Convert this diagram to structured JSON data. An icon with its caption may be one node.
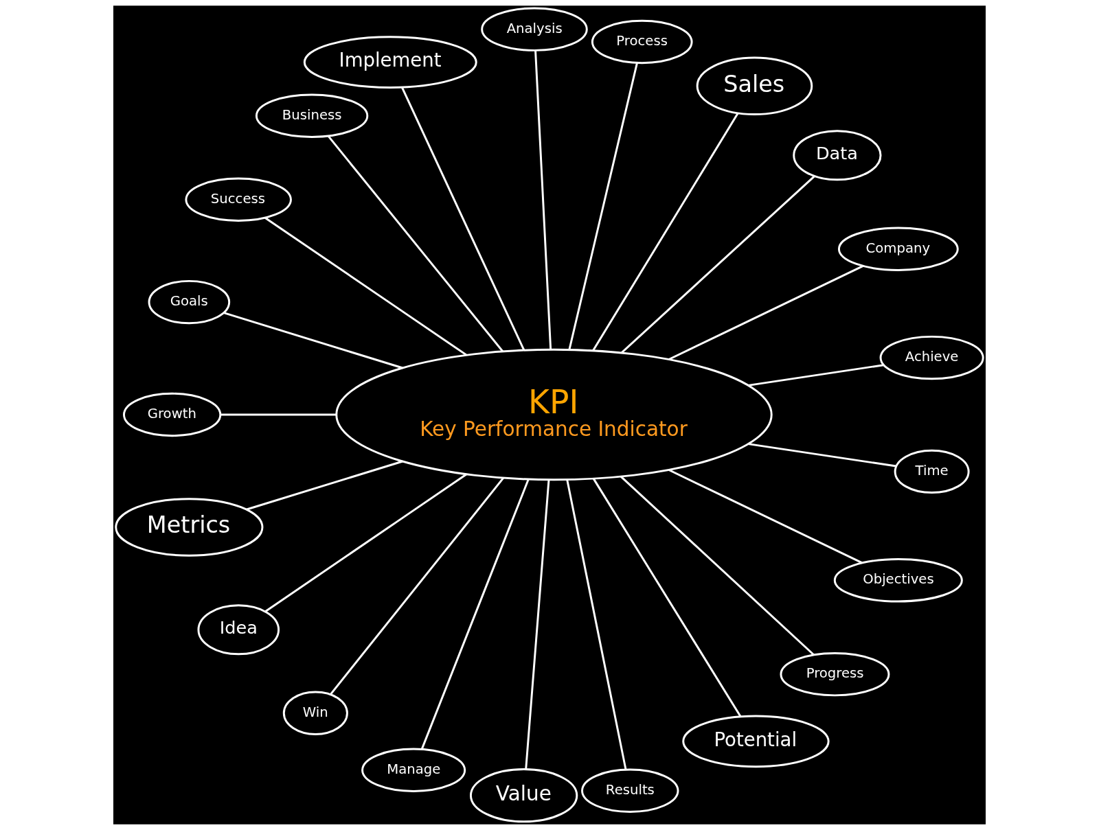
{
  "diagram": {
    "nodes": [
      {
        "text": [
          "KPI",
          "Key Performance Indicator"
        ]
      },
      {
        "text": [
          "Achieve"
        ]
      },
      {
        "text": [
          "Company"
        ]
      },
      {
        "text": [
          "Data"
        ]
      },
      {
        "text": [
          "Sales"
        ]
      },
      {
        "text": [
          "Process"
        ]
      },
      {
        "text": [
          "Analysis"
        ]
      },
      {
        "text": [
          "Implement"
        ]
      },
      {
        "text": [
          "Business"
        ]
      },
      {
        "text": [
          "Success"
        ]
      },
      {
        "text": [
          "Goals"
        ]
      },
      {
        "text": [
          "Growth"
        ]
      },
      {
        "text": [
          "Metrics"
        ]
      },
      {
        "text": [
          "Idea"
        ]
      },
      {
        "text": [
          "Win"
        ]
      },
      {
        "text": [
          "Manage"
        ]
      },
      {
        "text": [
          "Value"
        ]
      },
      {
        "text": [
          "Results"
        ]
      },
      {
        "text": [
          "Potential"
        ]
      },
      {
        "text": [
          "Progress"
        ]
      },
      {
        "text": [
          "Objectives"
        ]
      },
      {
        "text": [
          "Time"
        ]
      }
    ],
    "edges": [
      {
        "from": 0,
        "to": 1,
        "arrow": "none"
      },
      {
        "from": 0,
        "to": 2,
        "arrow": "none"
      },
      {
        "from": 0,
        "to": 3,
        "arrow": "none"
      },
      {
        "from": 0,
        "to": 4,
        "arrow": "none"
      },
      {
        "from": 0,
        "to": 5,
        "arrow": "none"
      },
      {
        "from": 0,
        "to": 6,
        "arrow": "none"
      },
      {
        "from": 0,
        "to": 7,
        "arrow": "none"
      },
      {
        "from": 0,
        "to": 8,
        "arrow": "none"
      },
      {
        "from": 0,
        "to": 9,
        "arrow": "none"
      },
      {
        "from": 0,
        "to": 10,
        "arrow": "none"
      },
      {
        "from": 0,
        "to": 11,
        "arrow": "none"
      },
      {
        "from": 0,
        "to": 12,
        "arrow": "none"
      },
      {
        "from": 0,
        "to": 13,
        "arrow": "none"
      },
      {
        "from": 0,
        "to": 14,
        "arrow": "none"
      },
      {
        "from": 0,
        "to": 15,
        "arrow": "none"
      },
      {
        "from": 0,
        "to": 16,
        "arrow": "none"
      },
      {
        "from": 0,
        "to": 17,
        "arrow": "none"
      },
      {
        "from": 0,
        "to": 18,
        "arrow": "none"
      },
      {
        "from": 0,
        "to": 19,
        "arrow": "none"
      },
      {
        "from": 0,
        "to": 20,
        "arrow": "none"
      },
      {
        "from": 0,
        "to": 21,
        "arrow": "none"
      }
    ]
  }
}
